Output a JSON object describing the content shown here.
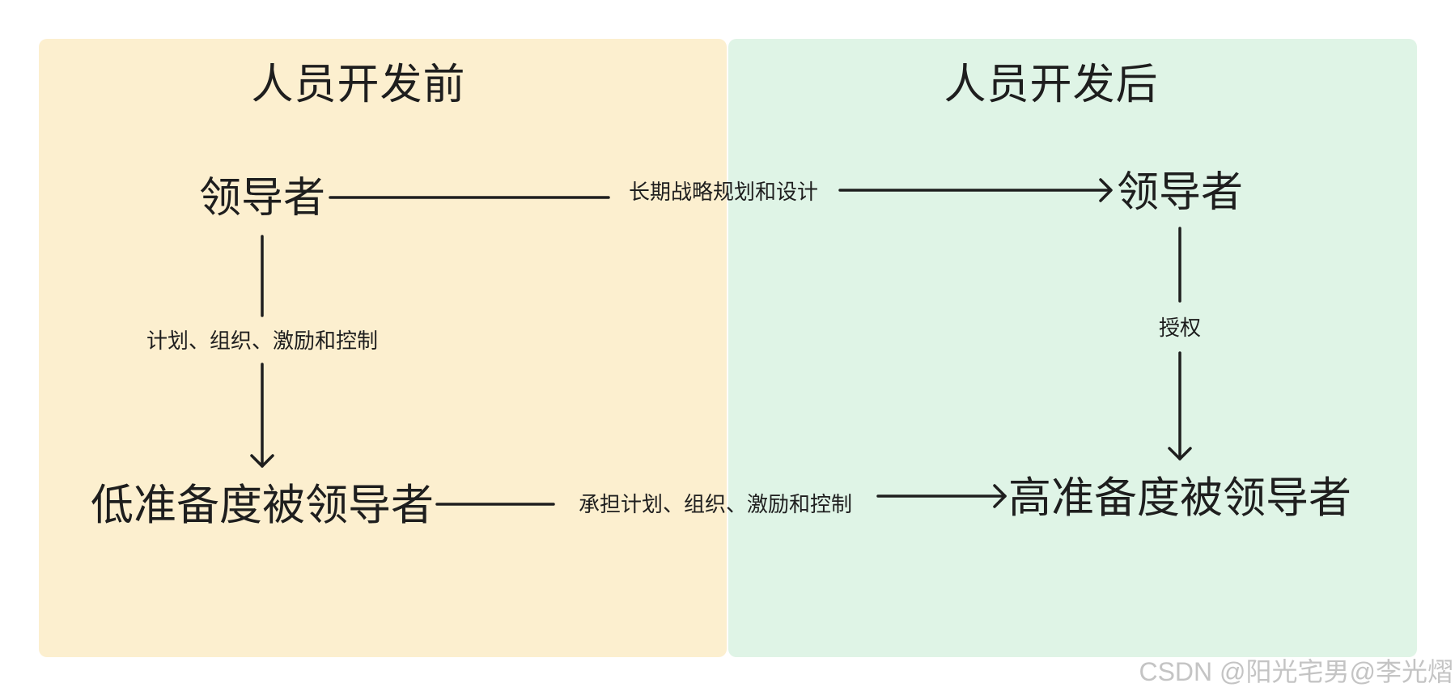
{
  "panels": {
    "before": {
      "title": "人员开发前",
      "color": "#fcefcf"
    },
    "after": {
      "title": "人员开发后",
      "color": "#dff4e6"
    }
  },
  "nodes": {
    "leader_before": "领导者",
    "follower_before": "低准备度被领导者",
    "leader_after": "领导者",
    "follower_after": "高准备度被领导者"
  },
  "edges": {
    "top_label": "长期战略规划和设计",
    "left_label": "计划、组织、激励和控制",
    "bottom_label": "承担计划、组织、激励和控制",
    "right_label": "授权"
  },
  "watermark": "CSDN @阳光宅男@李光熠"
}
